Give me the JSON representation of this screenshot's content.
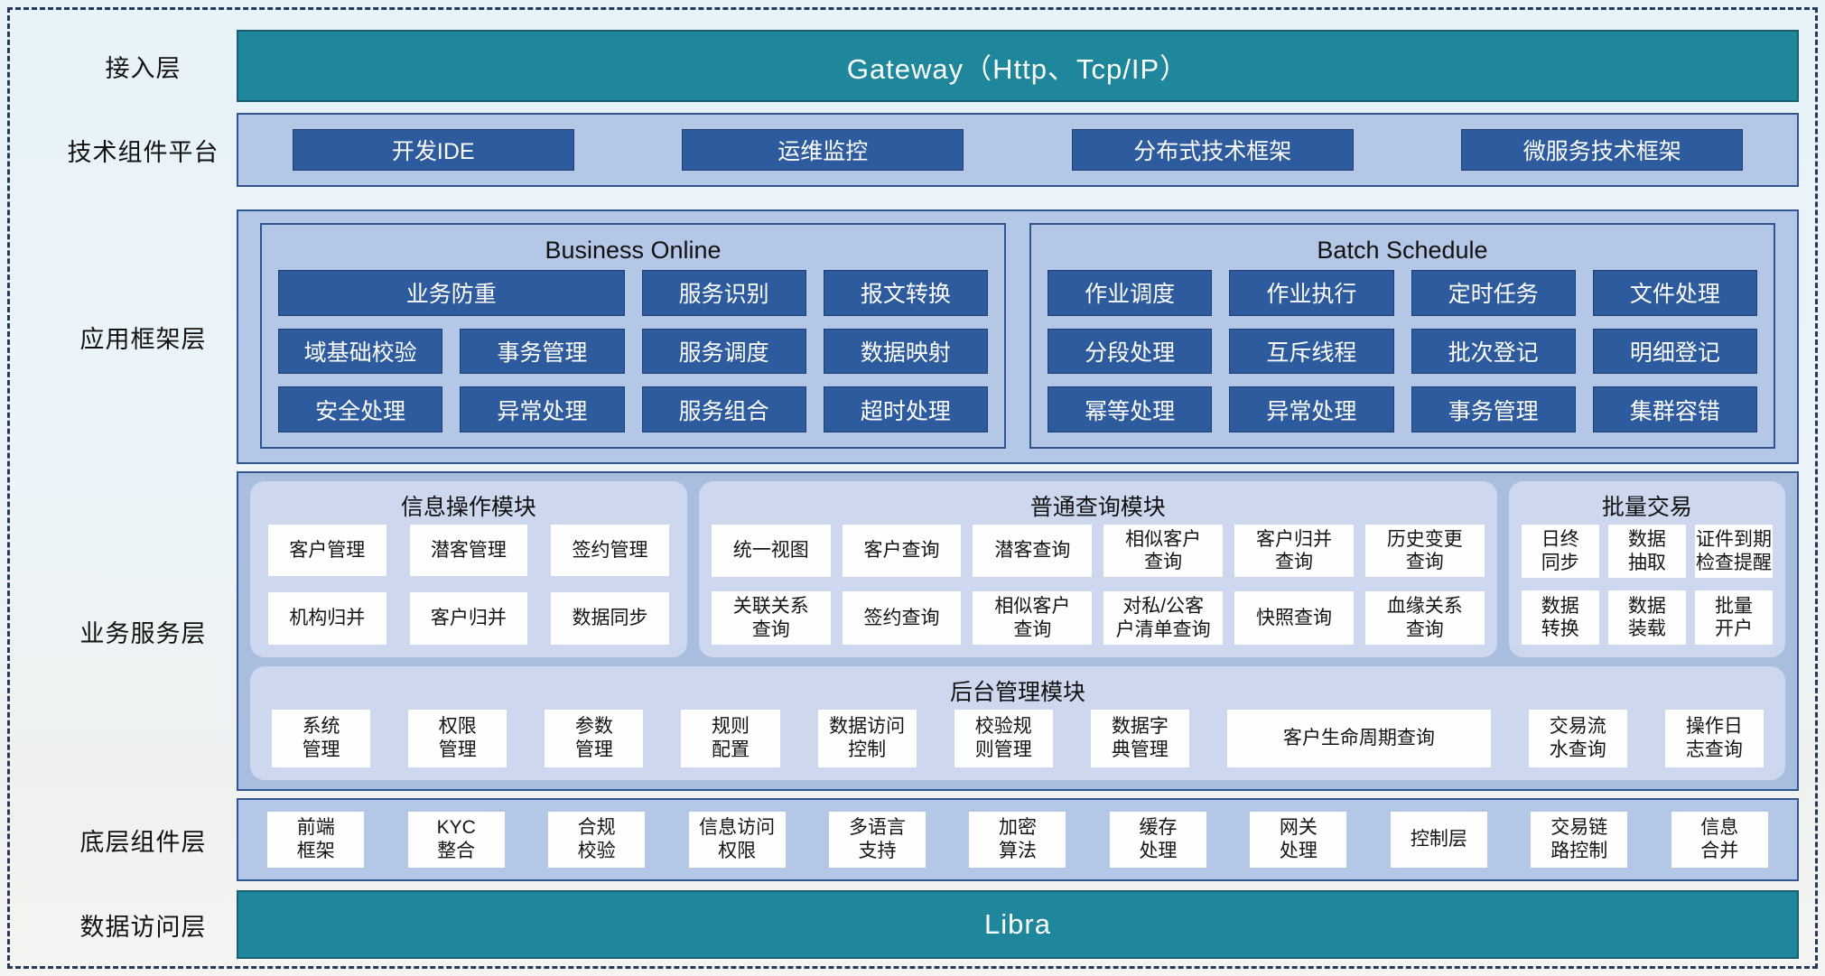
{
  "access": {
    "label": "接入层",
    "gateway": "Gateway（Http、Tcp/IP）"
  },
  "tech": {
    "label": "技术组件平台",
    "items": [
      "开发IDE",
      "运维监控",
      "分布式技术框架",
      "微服务技术框架"
    ]
  },
  "app_framework": {
    "label": "应用框架层",
    "business_online": {
      "title": "Business Online",
      "items": [
        "业务防重",
        "服务识别",
        "报文转换",
        "域基础校验",
        "事务管理",
        "服务调度",
        "数据映射",
        "安全处理",
        "异常处理",
        "服务组合",
        "超时处理"
      ]
    },
    "batch_schedule": {
      "title": "Batch Schedule",
      "items": [
        "作业调度",
        "作业执行",
        "定时任务",
        "文件处理",
        "分段处理",
        "互斥线程",
        "批次登记",
        "明细登记",
        "幂等处理",
        "异常处理",
        "事务管理",
        "集群容错"
      ]
    }
  },
  "business_service": {
    "label": "业务服务层",
    "info_ops": {
      "title": "信息操作模块",
      "items": [
        "客户管理",
        "潜客管理",
        "签约管理",
        "机构归并",
        "客户归并",
        "数据同步"
      ]
    },
    "query": {
      "title": "普通查询模块",
      "items": [
        "统一视图",
        "客户查询",
        "潜客查询",
        "相似客户\n查询",
        "客户归并\n查询",
        "历史变更\n查询",
        "关联关系\n查询",
        "签约查询",
        "相似客户\n查询",
        "对私/公客\n户清单查询",
        "快照查询",
        "血缘关系\n查询"
      ]
    },
    "batch_tx": {
      "title": "批量交易",
      "items": [
        "日终\n同步",
        "数据\n抽取",
        "证件到期\n检查提醒",
        "数据\n转换",
        "数据\n装载",
        "批量\n开户"
      ]
    },
    "admin": {
      "title": "后台管理模块",
      "items": [
        "系统\n管理",
        "权限\n管理",
        "参数\n管理",
        "规则\n配置",
        "数据访问\n控制",
        "校验规\n则管理",
        "数据字\n典管理",
        "客户生命周期查询",
        "交易流\n水查询",
        "操作日\n志查询"
      ]
    }
  },
  "base_components": {
    "label": "底层组件层",
    "items": [
      "前端\n框架",
      "KYC\n整合",
      "合规\n校验",
      "信息访问\n权限",
      "多语言\n支持",
      "加密\n算法",
      "缓存\n处理",
      "网关\n处理",
      "控制层",
      "交易链\n路控制",
      "信息\n合并"
    ]
  },
  "data_access": {
    "label": "数据访问层",
    "bar": "Libra"
  },
  "colors": {
    "teal": "#1f879b",
    "dark_blue": "#2e5b9e",
    "container_blue": "#b5c7e6",
    "service_blue": "#a9bddf",
    "panel_blue": "#cdd8ef",
    "border_blue": "#31568f",
    "frame_dash": "#25395d"
  }
}
